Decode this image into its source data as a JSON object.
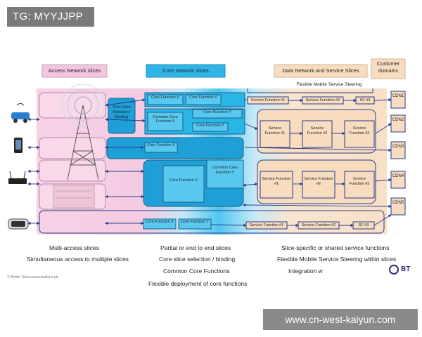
{
  "watermarks": {
    "top_left": "TG: MYYJJPP",
    "bottom_right": "www.cn-west-kaiyun.com"
  },
  "headers": {
    "access": "Access Network slices",
    "core": "Core network slices",
    "data": "Data Network and Service Slices",
    "customer": "Customer domains"
  },
  "steering_label": "Flexible Mobile Service Steering",
  "customer_domains": [
    "CDN1",
    "CDN2",
    "CDN3",
    "CDN4",
    "CDN5"
  ],
  "core_functions": {
    "row1_x": "Core Function X",
    "row1_y": "Core Function Y",
    "common_core": "Common Core Function X",
    "row2_y": "Core Function Y",
    "row2_y2": "Core Function Y",
    "slice_selection": "Core Slice Selection / Binding",
    "row3": "Core Function X",
    "big_x": "Core Function X",
    "common_y": "Common Core Function Y",
    "bottom_x": "Core Function X",
    "bottom_y": "Core Function Y"
  },
  "service_functions": {
    "sf1": "Service Function #1",
    "sf2": "Service Function #2",
    "sf3": "SF #3",
    "block_sf1": "Service Function #1",
    "block_sf2": "Service Function #2",
    "block_sf3": "Service Function #3"
  },
  "captions": {
    "col1": [
      "Multi-access slices",
      "Simultaneous access to multiple slices"
    ],
    "col2": [
      "Partial or end to end slices",
      "Core slice selection / binding",
      "Common Core Functions",
      "Flexible deployment of core functions"
    ],
    "col3": [
      "Slice-specific or shared service functions",
      "Flexible Mobile Service Steering within slices",
      "Integration w"
    ]
  },
  "copyright": "© British Telecommunications plc",
  "brand": "BT",
  "colors": {
    "pink": "#f2c4de",
    "cyan": "#29b6e6",
    "peach": "#f7dcc0",
    "dark_blue": "#1a6a96"
  }
}
